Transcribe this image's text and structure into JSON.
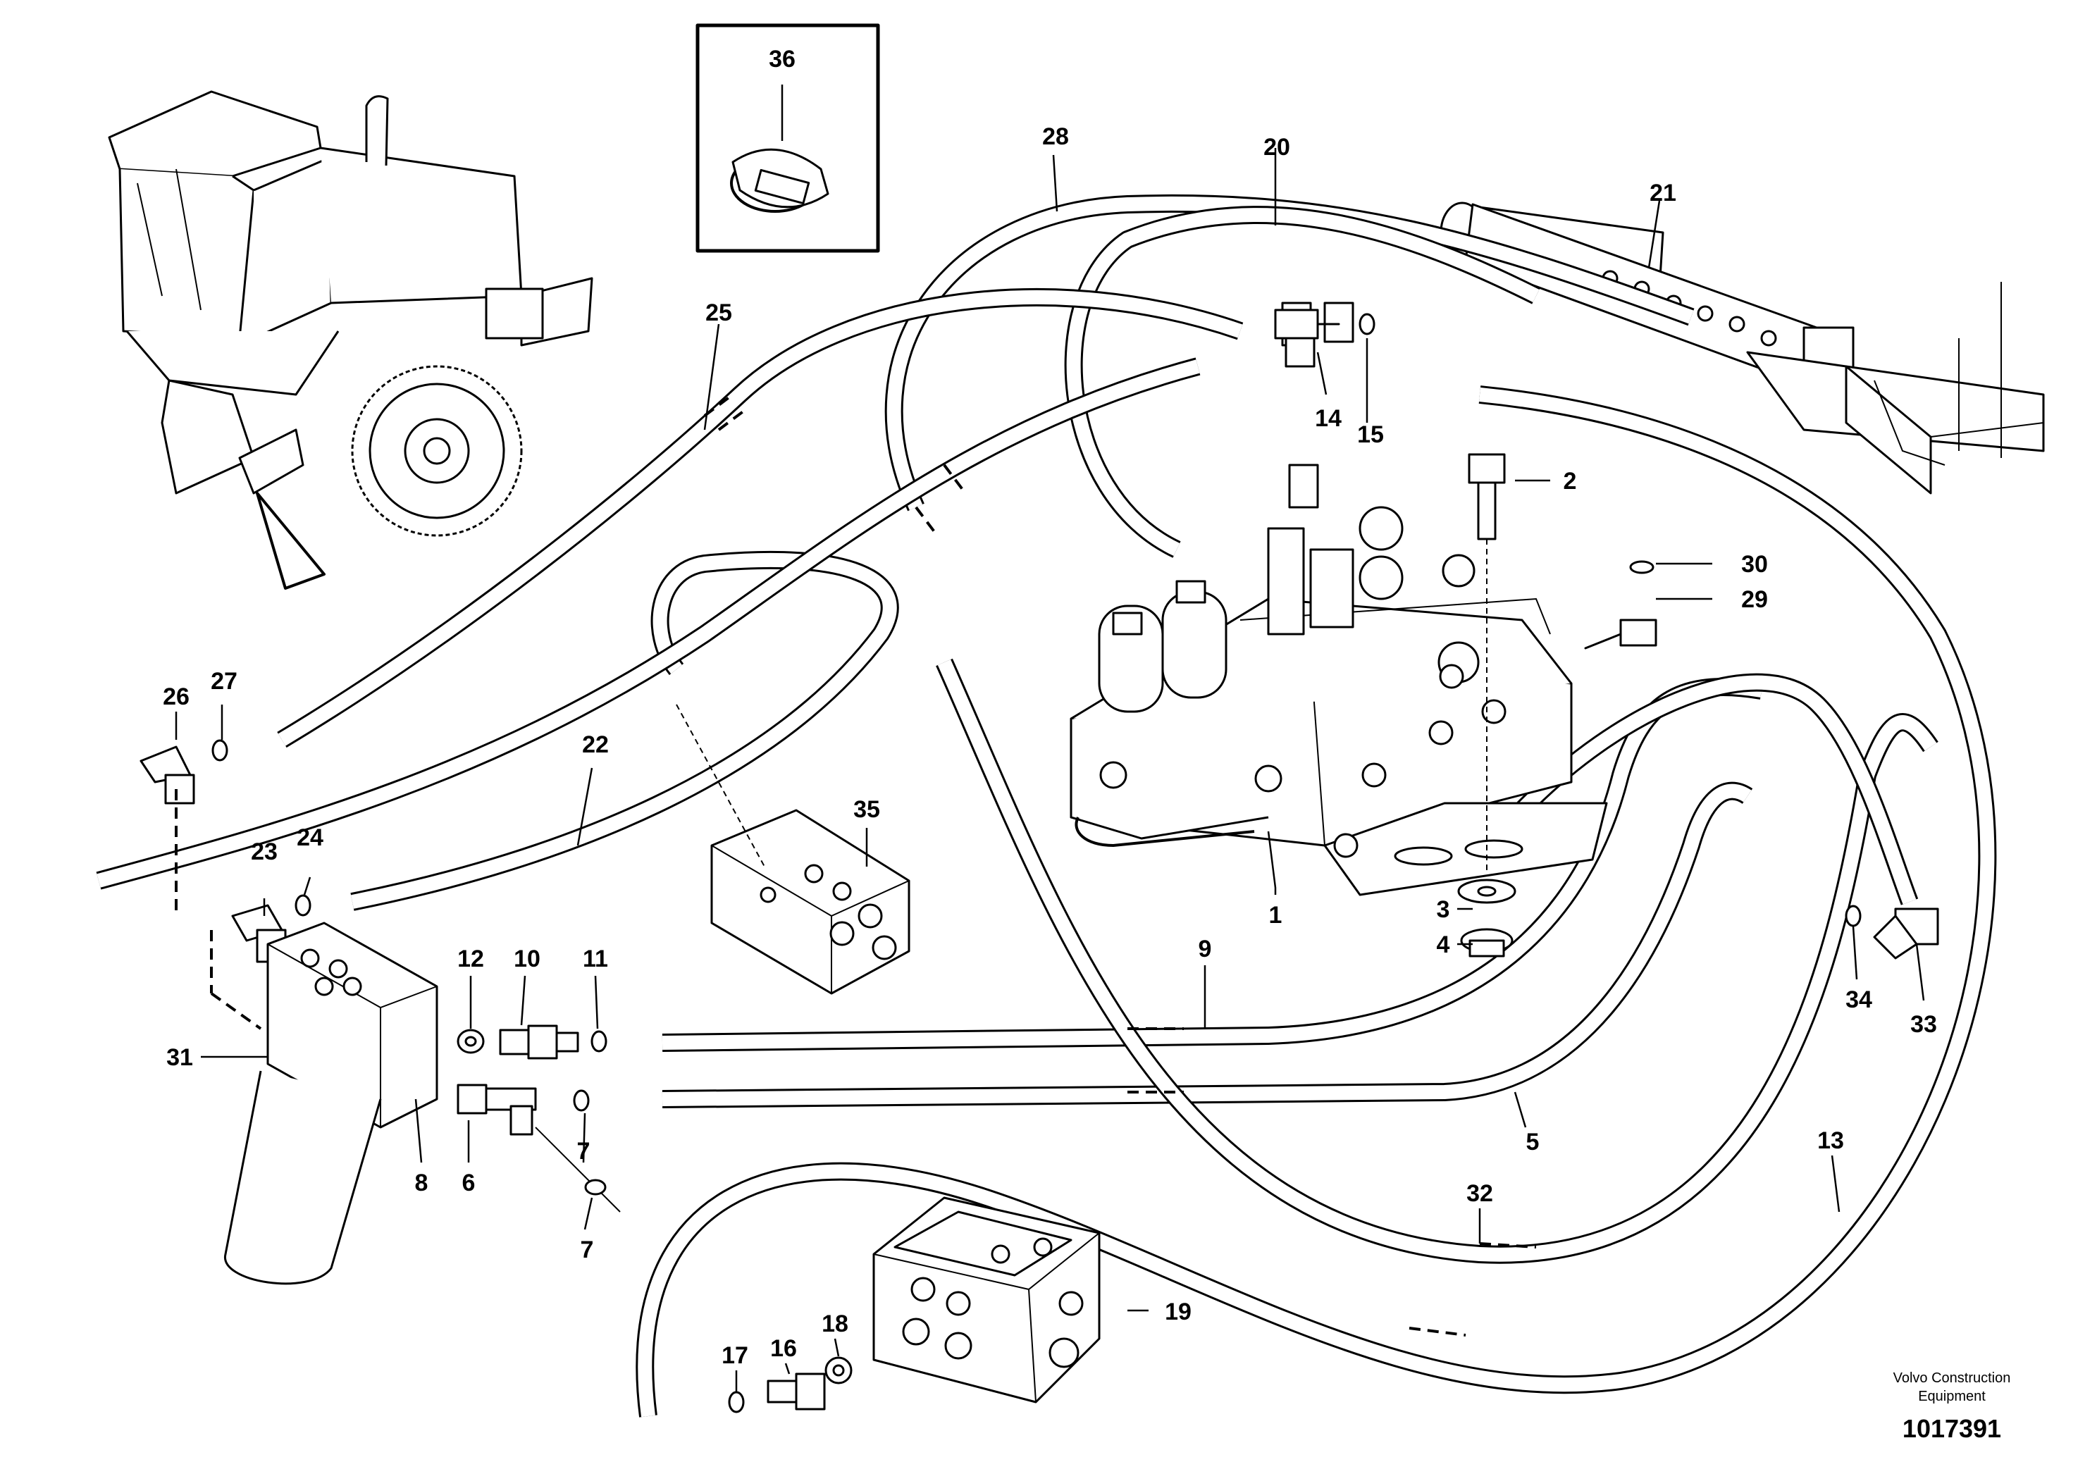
{
  "diagram": {
    "callouts": [
      "1",
      "2",
      "3",
      "4",
      "5",
      "6",
      "7",
      "7",
      "8",
      "9",
      "10",
      "11",
      "12",
      "13",
      "14",
      "15",
      "16",
      "17",
      "18",
      "19",
      "20",
      "21",
      "22",
      "23",
      "24",
      "25",
      "26",
      "27",
      "28",
      "29",
      "30",
      "31",
      "32",
      "33",
      "34",
      "35",
      "36"
    ],
    "brand_line1": "Volvo Construction",
    "brand_line2": "Equipment",
    "doc_number": "1017391"
  }
}
